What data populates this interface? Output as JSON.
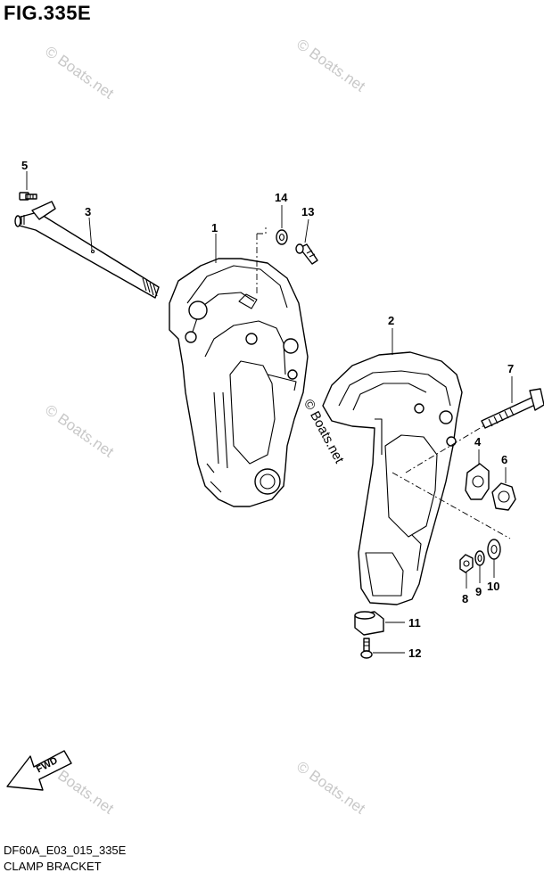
{
  "figure": {
    "title": "FIG.335E"
  },
  "footer": {
    "code": "DF60A_E03_015_335E",
    "name": "CLAMP BRACKET"
  },
  "watermark": {
    "text": "© Boats.net"
  },
  "direction_arrow": {
    "label": "FWD"
  },
  "callouts": [
    "1",
    "2",
    "3",
    "4",
    "5",
    "6",
    "7",
    "8",
    "9",
    "10",
    "11",
    "12",
    "13",
    "14"
  ]
}
